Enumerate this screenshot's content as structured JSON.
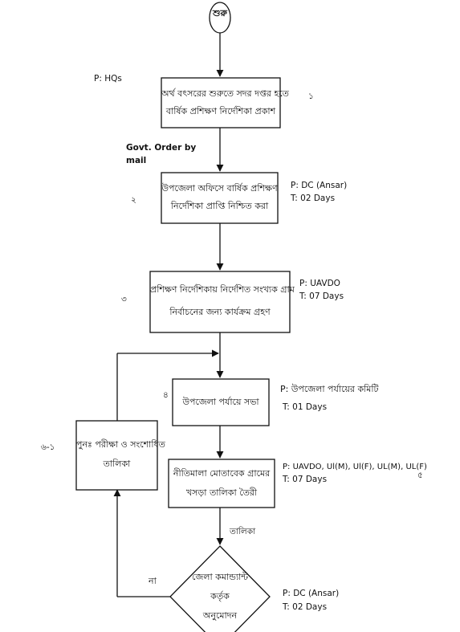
{
  "start": {
    "label": "শুরু"
  },
  "steps": [
    {
      "lines": [
        "অর্থ বৎসরের শুরুতে সদর দপ্তর হতে",
        "বার্ষিক প্রশিক্ষণ নির্দেশিকা প্রকাশ"
      ],
      "number": "১",
      "person": "P: HQs",
      "time": ""
    },
    {
      "lines": [
        "উপজেলা অফিসে বার্ষিক প্রশিক্ষণ",
        "নির্দেশিকা প্রাপ্তি নিশ্চিত করা"
      ],
      "number": "২",
      "person": "P: DC (Ansar)",
      "time": "T: 02 Days"
    },
    {
      "lines": [
        "প্রশিক্ষণ নির্দেশিকায় নির্দেশিত সংখ্যক গ্রাম",
        "নির্বাচনের জন্য কার্যক্রম গ্রহণ"
      ],
      "number": "৩",
      "person": "P: UAVDO",
      "time": "T: 07 Days"
    },
    {
      "lines": [
        "উপজেলা পর্যায়ে সভা"
      ],
      "number": "৪",
      "person": "P: উপজেলা পর্যায়ের কমিটি",
      "time": "T: 01 Days"
    },
    {
      "lines": [
        "নীতিমালা মোতাবেক গ্রামের",
        "খসড়া তালিকা তৈরী"
      ],
      "number": "৫",
      "person": "P: UAVDO, Ul(M), Ul(F), UL(M), UL(F)",
      "time": "T: 07 Days"
    }
  ],
  "recheck": {
    "lines": [
      "পুনঃ পরীক্ষা ও সংশোধিত",
      "তালিকা"
    ],
    "number": "৬-১"
  },
  "decision": {
    "lines": [
      "জেলা কমান্ড্যান্ট",
      "কর্তৃক",
      "অনুমোদন"
    ],
    "person": "P: DC (Ansar)",
    "time": "T: 02 Days",
    "no_label": "না"
  },
  "edge_labels": {
    "govt_order": [
      "Govt. Order by",
      "mail"
    ],
    "list": "তালিকা"
  }
}
